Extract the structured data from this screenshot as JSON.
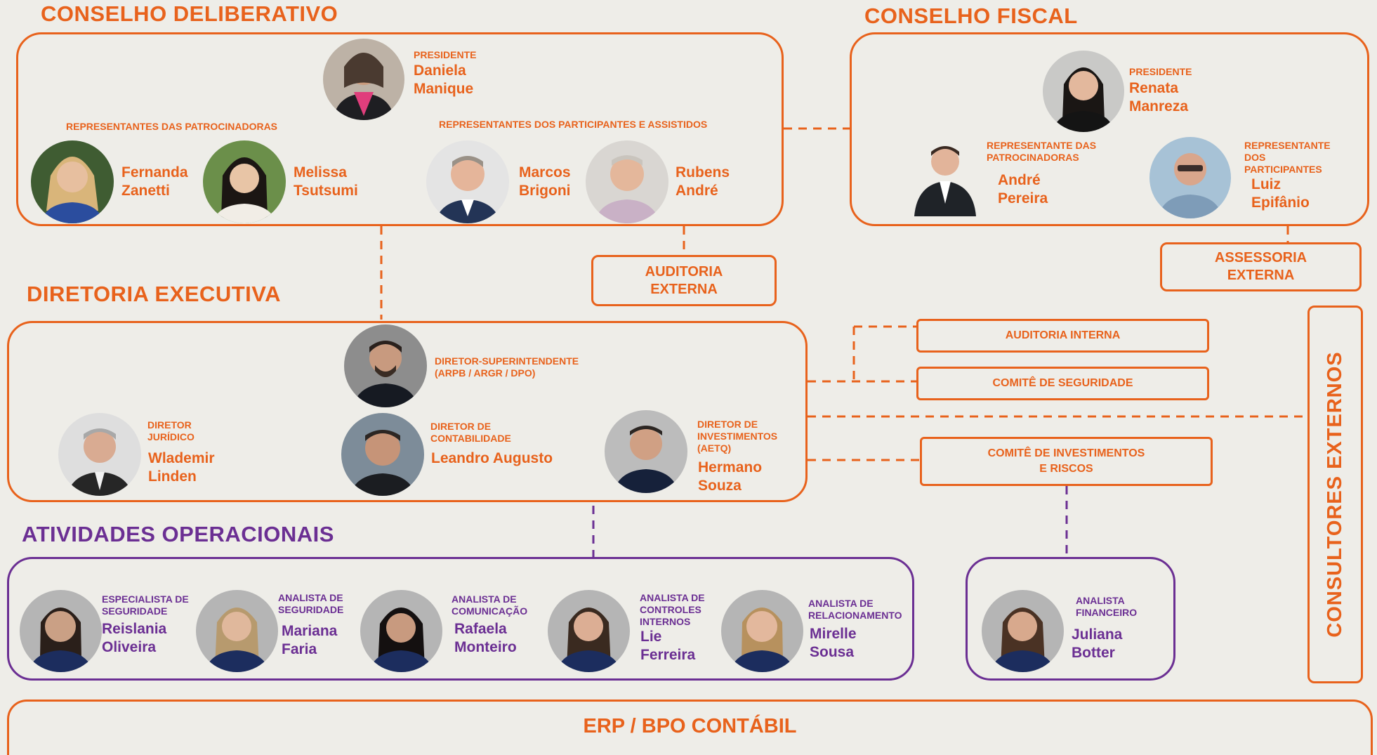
{
  "conselho_deliberativo": {
    "title": "CONSELHO DELIBERATIVO",
    "presidente": {
      "role": "PRESIDENTE",
      "name": "Daniela\nManique"
    },
    "group_patrocinadoras": "REPRESENTANTES DAS PATROCINADORAS",
    "group_participantes": "REPRESENTANTES DOS PARTICIPANTES E ASSISTIDOS",
    "members": [
      {
        "name": "Fernanda\nZanetti"
      },
      {
        "name": "Melissa\nTsutsumi"
      },
      {
        "name": "Marcos\nBrigoni"
      },
      {
        "name": "Rubens\nAndré"
      }
    ]
  },
  "conselho_fiscal": {
    "title": "CONSELHO FISCAL",
    "presidente": {
      "role": "PRESIDENTE",
      "name": "Renata\nManreza"
    },
    "rep_patrocinadoras": {
      "role": "REPRESENTANTE DAS\nPATROCINADORAS",
      "name": "André\nPereira"
    },
    "rep_participantes": {
      "role": "REPRESENTANTE\nDOS\nPARTICIPANTES",
      "name": "Luiz\nEpifânio"
    }
  },
  "auditoria_externa": "AUDITORIA\nEXTERNA",
  "assessoria_externa": "ASSESSORIA\nEXTERNA",
  "diretoria_executiva": {
    "title": "DIRETORIA EXECUTIVA",
    "superintendente": {
      "role": "DIRETOR-SUPERINTENDENTE\n(ARPB / ARGR / DPO)"
    },
    "juridico": {
      "role": "DIRETOR\nJURÍDICO",
      "name": "Wlademir\nLinden"
    },
    "contabilidade": {
      "role": "DIRETOR DE\nCONTABILIDADE",
      "name": "Leandro Augusto"
    },
    "investimentos": {
      "role": "DIRETOR DE\nINVESTIMENTOS\n(AETQ)",
      "name": "Hermano\nSouza"
    }
  },
  "auditoria_interna": "AUDITORIA INTERNA",
  "comite_seguridade": "COMITÊ DE SEGURIDADE",
  "comite_investimentos": "COMITÊ DE INVESTIMENTOS\nE RISCOS",
  "consultores_externos": "CONSULTORES EXTERNOS",
  "atividades_operacionais": {
    "title": "ATIVIDADES OPERACIONAIS",
    "members": [
      {
        "role": "ESPECIALISTA DE\nSEGURIDADE",
        "name": "Reislania\nOliveira"
      },
      {
        "role": "ANALISTA DE\nSEGURIDADE",
        "name": "Mariana\nFaria"
      },
      {
        "role": "ANALISTA DE\nCOMUNICAÇÃO",
        "name": "Rafaela\nMonteiro"
      },
      {
        "role": "ANALISTA DE\nCONTROLES\nINTERNOS",
        "name": "Lie\nFerreira"
      },
      {
        "role": "ANALISTA DE\nRELACIONAMENTO",
        "name": "Mirelle\nSousa"
      }
    ]
  },
  "financeiro": {
    "role": "ANALISTA\nFINANCEIRO",
    "name": "Juliana\nBotter"
  },
  "erp": "ERP / BPO CONTÁBIL",
  "colors": {
    "orange": "#e8621c",
    "purple": "#6b2f93",
    "background": "#eeede8"
  }
}
